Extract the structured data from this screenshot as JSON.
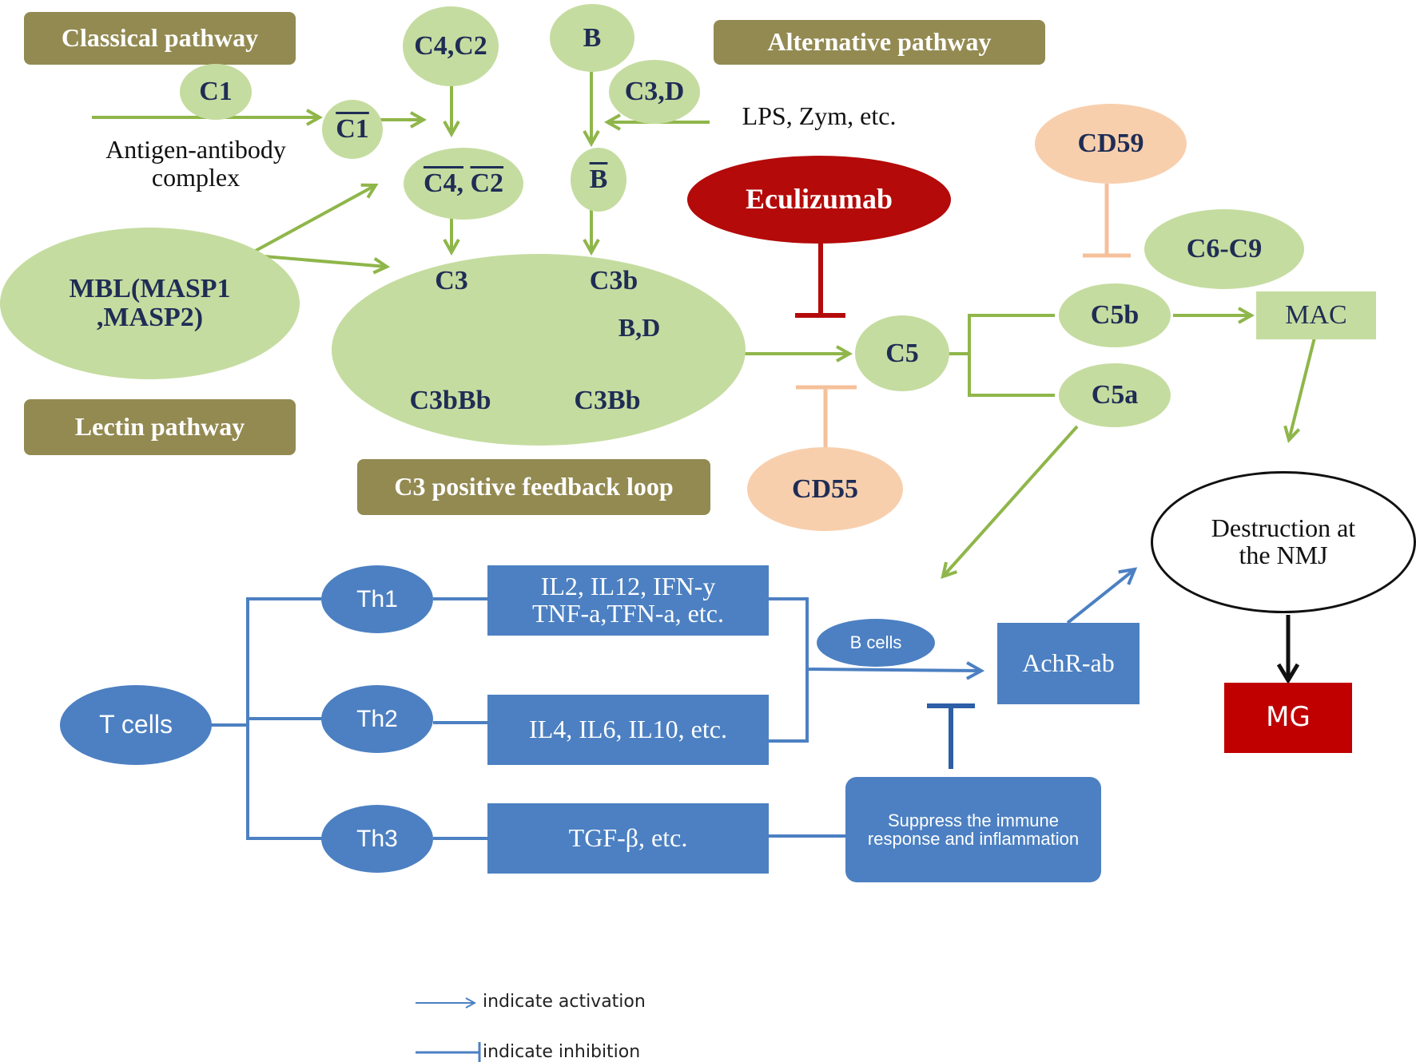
{
  "pathways": {
    "classical": "Classical pathway",
    "alternative": "Alternative  pathway",
    "lectin": "Lectin pathway",
    "c3_loop": "C3 positive feedback loop"
  },
  "complement": {
    "c1": "C1",
    "c1_active": "C1",
    "c4c2": "C4,C2",
    "c4_active": "C4,",
    "c2_active": "C2",
    "b": "B",
    "b_active": "B",
    "c3d": "C3,D",
    "lps": "LPS, Zym, etc.",
    "antigen": "Antigen-antibody complex",
    "mbl": "MBL(MASP1 ,MASP2)",
    "c3": "C3",
    "c3b": "C3b",
    "bd": "B,D",
    "c3bb": "C3Bb",
    "c3bbb": "C3bBb",
    "eculizumab": "Eculizumab",
    "cd59": "CD59",
    "cd55": "CD55",
    "c5": "C5",
    "c5b": "C5b",
    "c5a": "C5a",
    "c6c9": "C6-C9",
    "mac": "MAC",
    "destruction": "Destruction at the NMJ",
    "mg": "MG"
  },
  "tcells": {
    "tcells": "T cells",
    "th1": "Th1",
    "th2": "Th2",
    "th3": "Th3",
    "cyt1_line1": "IL2, IL12, IFN-y",
    "cyt1_line2": "TNF-a,TFN-a, etc.",
    "cyt2": "IL4, IL6, IL10, etc.",
    "cyt3": "TGF-β, etc.",
    "bcells": "B cells",
    "achr": "AchR-ab",
    "suppress": "Suppress the immune response and inflammation"
  },
  "legend": {
    "activation": "indicate activation",
    "inhibition": "indicate inhibition"
  },
  "colors": {
    "green_node": "#c5dca0",
    "green_arrow": "#8fb64a",
    "header": "#938a52",
    "blue": "#4c80c2",
    "navy": "#1f3a7a",
    "red": "#b40a0a",
    "peach": "#f8cfad"
  }
}
